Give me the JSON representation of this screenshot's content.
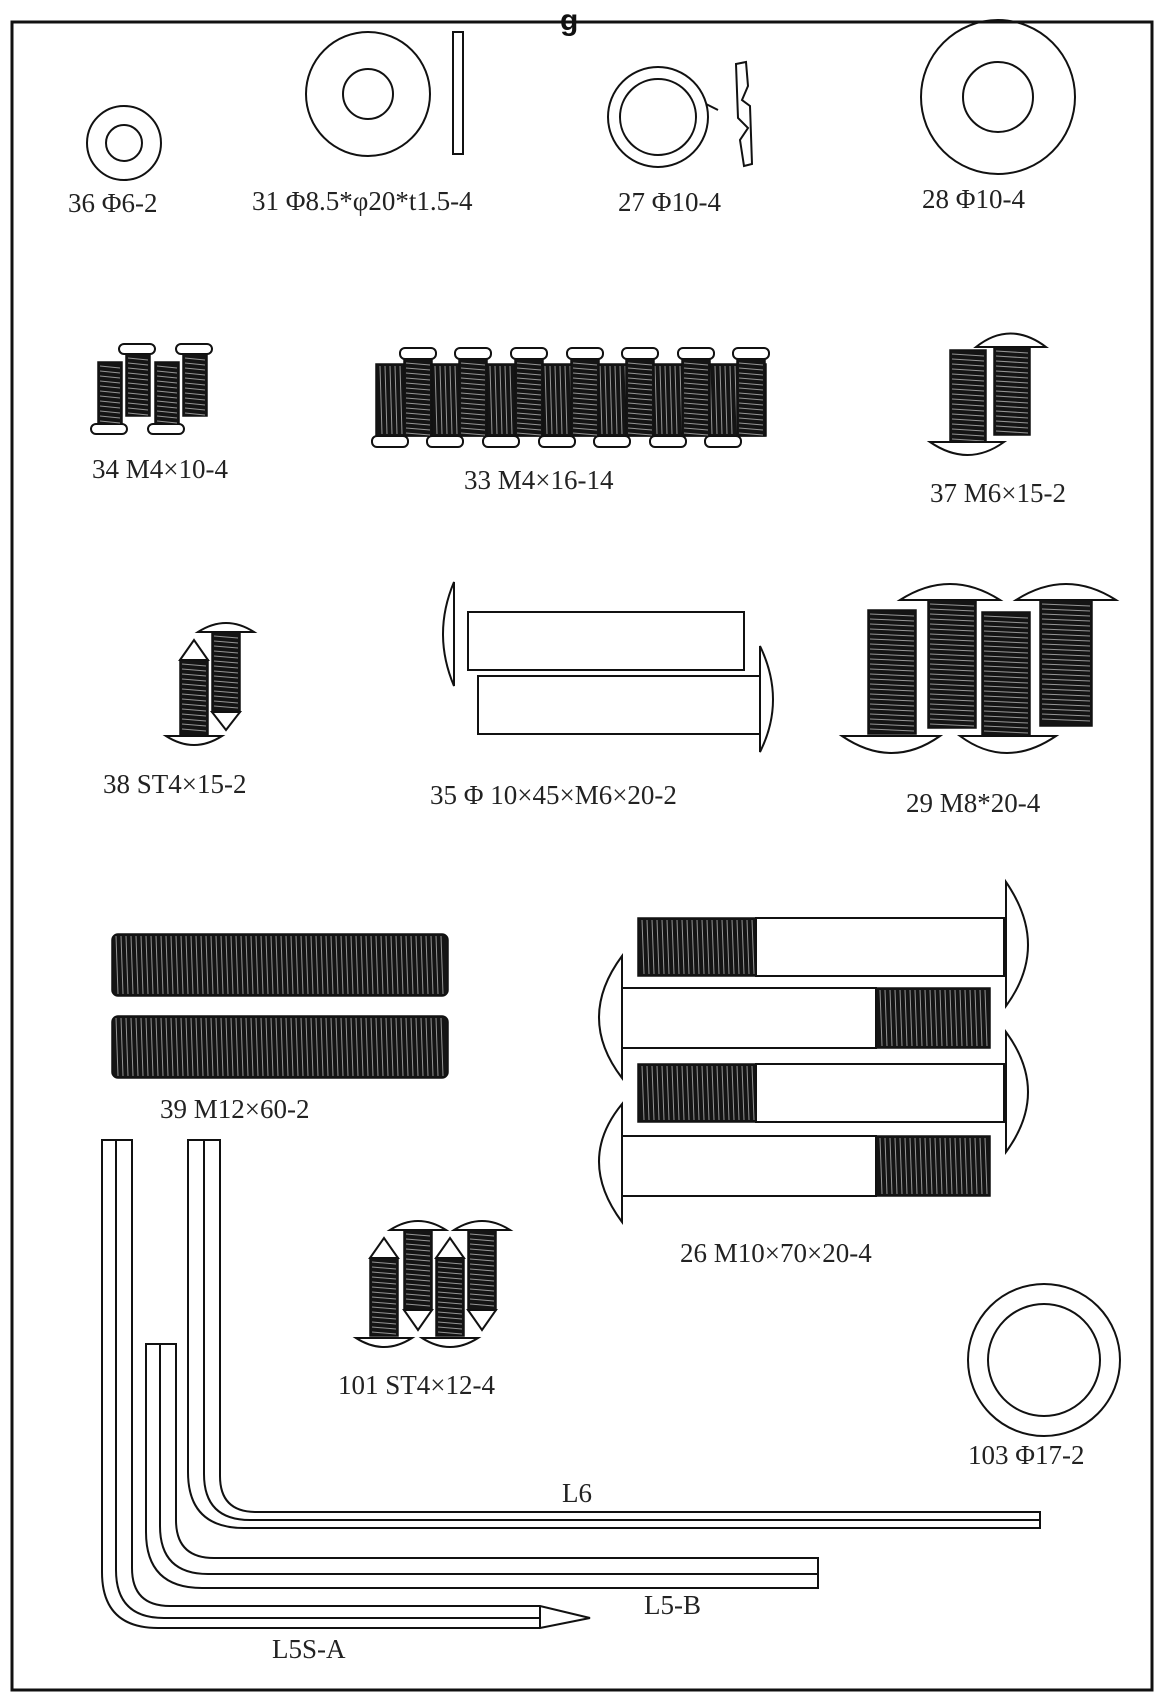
{
  "header_fragment": "g",
  "parts": {
    "p36": "36  Φ6-2",
    "p31": "31  Φ8.5*φ20*t1.5-4",
    "p27": "27  Φ10-4",
    "p28": "28  Φ10-4",
    "p34": "34 M4×10-4",
    "p33": "33 M4×16-14",
    "p37": "37 M6×15-2",
    "p38": "38 ST4×15-2",
    "p35": "35   Φ 10×45×M6×20-2",
    "p29": "29   M8*20-4",
    "p39": "39   M12×60-2",
    "p26": "26   M10×70×20-4",
    "p101": "101 ST4×12-4",
    "p103": "103  Φ17-2",
    "l6": "L6",
    "l5b": "L5-B",
    "l5sa": "L5S-A"
  }
}
